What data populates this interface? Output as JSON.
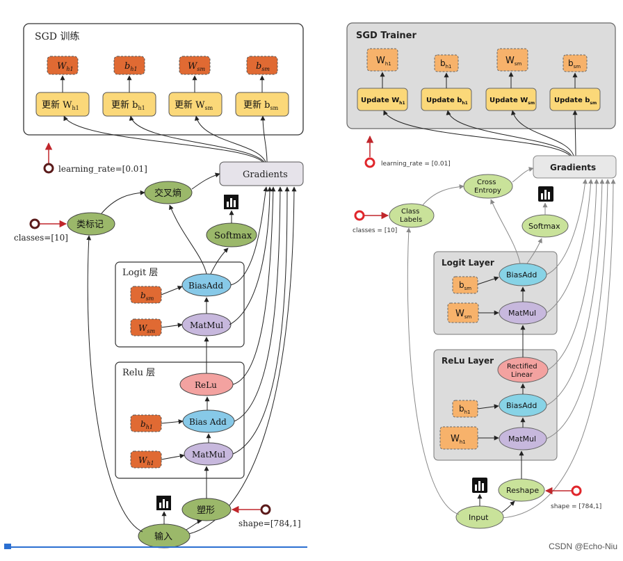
{
  "left": {
    "sgd_title": "SGD 训练",
    "params": [
      "W",
      "b",
      "W",
      "b"
    ],
    "params_sub": [
      "h1",
      "h1",
      "sm",
      "sm"
    ],
    "updates": [
      "更新 W",
      "更新 b",
      "更新 W",
      "更新 b"
    ],
    "updates_sub": [
      "h1",
      "h1",
      "sm",
      "sm"
    ],
    "learning_rate": "learning_rate=[0.01]",
    "gradients": "Gradients",
    "cross_entropy": "交叉熵",
    "class_labels": "类标记",
    "classes": "classes=[10]",
    "softmax": "Softmax",
    "logit_title": "Logit 层",
    "biasadd_logit": "BiasAdd",
    "matmul_logit": "MatMul",
    "b_sm": "b",
    "b_sm_sub": "sm",
    "w_sm": "W",
    "w_sm_sub": "sm",
    "relu_title": "Relu 层",
    "relu": "ReLu",
    "biasadd_relu": "Bias Add",
    "matmul_relu": "MatMul",
    "b_h1": "b",
    "b_h1_sub": "h1",
    "w_h1": "W",
    "w_h1_sub": "h1",
    "reshape": "塑形",
    "shape": "shape=[784,1]",
    "input": "输入"
  },
  "right": {
    "sgd_title": "SGD Trainer",
    "params": [
      "W",
      "b",
      "W",
      "b"
    ],
    "params_sub": [
      "h1",
      "h1",
      "sm",
      "sm"
    ],
    "updates": [
      "Update W",
      "Update b",
      "Update W",
      "Update b"
    ],
    "updates_sub": [
      "h1",
      "h1",
      "sm",
      "sm"
    ],
    "learning_rate": "learning_rate = [0.01]",
    "gradients": "Gradients",
    "cross_entropy_1": "Cross",
    "cross_entropy_2": "Entropy",
    "class_labels_1": "Class",
    "class_labels_2": "Labels",
    "classes": "classes = [10]",
    "softmax": "Softmax",
    "logit_title": "Logit Layer",
    "biasadd_logit": "BiasAdd",
    "matmul_logit": "MatMul",
    "b_sm": "b",
    "b_sm_sub": "sm",
    "w_sm": "W",
    "w_sm_sub": "sm",
    "relu_title": "ReLu Layer",
    "rectified_1": "Rectified",
    "rectified_2": "Linear",
    "biasadd_relu": "BiasAdd",
    "matmul_relu": "MatMul",
    "b_h1": "b",
    "b_h1_sub": "h1",
    "w_h1": "W",
    "w_h1_sub": "h1",
    "reshape": "Reshape",
    "shape": "shape = [784,1]",
    "input": "Input"
  },
  "watermark": "CSDN @Echo-Niu",
  "colors": {
    "param_fill_left": "#e06a33",
    "param_fill_right": "#f7b26b",
    "update_fill": "#fbd879",
    "green_node": "#9bb86a",
    "green_node_right": "#c9e29a",
    "blue_node": "#87c9e8",
    "purple_node": "#c7b8dd",
    "red_node": "#f3a2a0",
    "gray_panel": "#dcdcdc",
    "arrow_red": "#c0262b"
  }
}
